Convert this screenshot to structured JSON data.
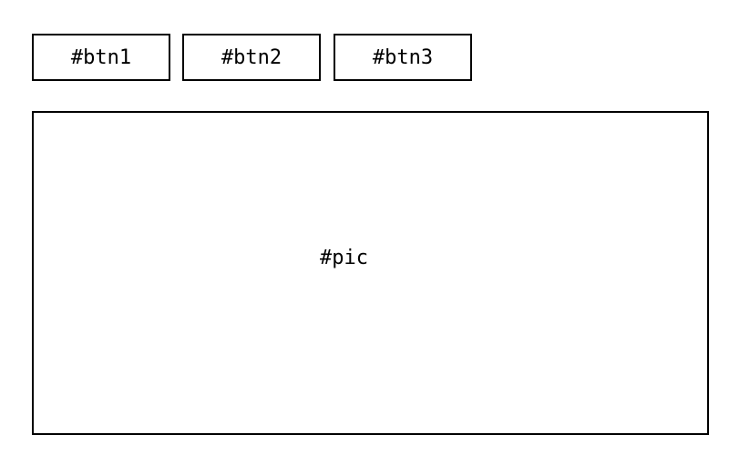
{
  "buttons": [
    {
      "label": "#btn1"
    },
    {
      "label": "#btn2"
    },
    {
      "label": "#btn3"
    }
  ],
  "picture": {
    "label": "#pic"
  }
}
